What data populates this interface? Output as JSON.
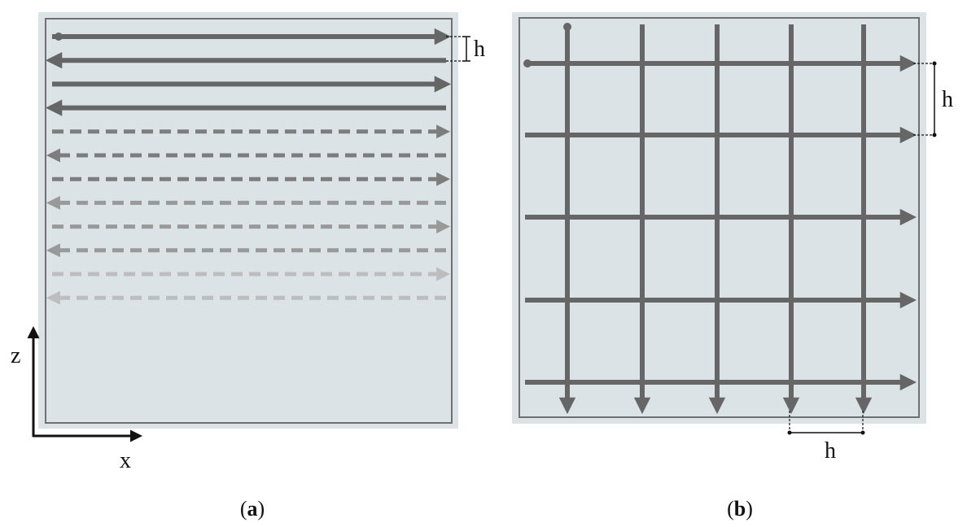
{
  "panel_a": {
    "caption_open": "(",
    "caption_letter": "a",
    "caption_close": ")",
    "spacing_label": "h",
    "axis_vertical_label": "z",
    "axis_horizontal_label": "x",
    "passes": [
      {
        "dir": "right",
        "style": "solid",
        "shade": "#666666"
      },
      {
        "dir": "left",
        "style": "solid",
        "shade": "#666666"
      },
      {
        "dir": "right",
        "style": "solid",
        "shade": "#666666"
      },
      {
        "dir": "left",
        "style": "solid",
        "shade": "#666666"
      },
      {
        "dir": "right",
        "style": "dashed",
        "shade": "#7d7d7d"
      },
      {
        "dir": "left",
        "style": "dashed",
        "shade": "#7d7d7d"
      },
      {
        "dir": "right",
        "style": "dashed",
        "shade": "#7d7d7d"
      },
      {
        "dir": "left",
        "style": "dashed",
        "shade": "#999999"
      },
      {
        "dir": "right",
        "style": "dashed",
        "shade": "#999999"
      },
      {
        "dir": "left",
        "style": "dashed",
        "shade": "#999999"
      },
      {
        "dir": "right",
        "style": "dashed",
        "shade": "#bdbdbd"
      },
      {
        "dir": "left",
        "style": "dashed",
        "shade": "#bdbdbd"
      }
    ]
  },
  "panel_b": {
    "caption_open": "(",
    "caption_letter": "b",
    "caption_close": ")",
    "spacing_label_vertical": "h",
    "spacing_label_horizontal": "h",
    "horizontal_pass_count": 5,
    "vertical_pass_count": 5,
    "pass_color": "#666666"
  },
  "colors": {
    "panel_background": "#dbe3e6",
    "outline": "#707070"
  }
}
